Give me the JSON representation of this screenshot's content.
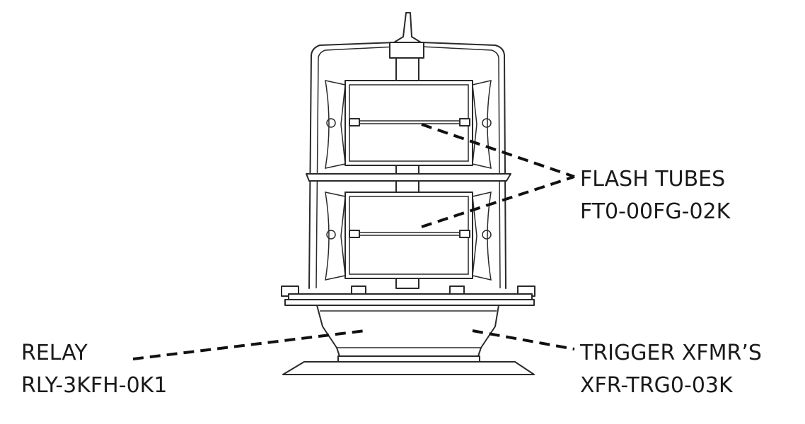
{
  "labels": {
    "flash_tubes": {
      "title": "FLASH TUBES",
      "part": "FT0-00FG-02K"
    },
    "relay": {
      "title": "RELAY",
      "part": "RLY-3KFH-0K1"
    },
    "trigger": {
      "title": "TRIGGER XFMR’S",
      "part": "XFR-TRG0-03K"
    }
  },
  "colors": {
    "line": "#2a2a2a",
    "text": "#1a1a1a",
    "background": "#ffffff"
  }
}
